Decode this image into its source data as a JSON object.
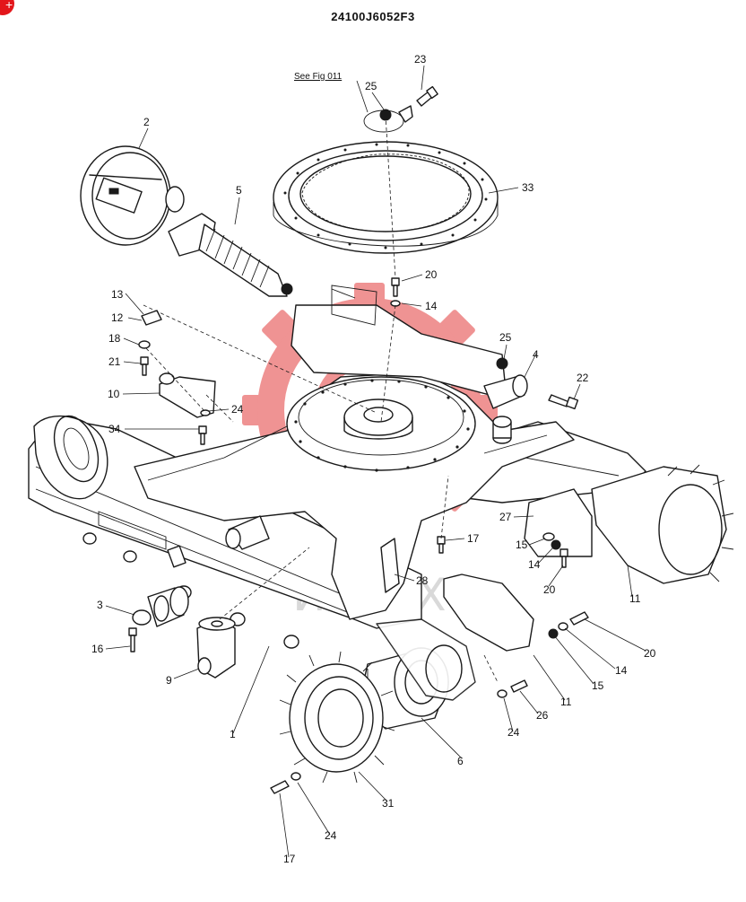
{
  "title": "24100J6052F3",
  "reference_note": "See Fig 011",
  "watermark_text": "ИНТЕХ",
  "colors": {
    "watermark_red": "#e23b3b",
    "ink": "#1a1a1a",
    "corner_badge": "#e3161b"
  },
  "corner_badge_glyph": "+",
  "callouts": [
    {
      "id": "c23",
      "label": "23"
    },
    {
      "id": "c25a",
      "label": "25"
    },
    {
      "id": "c2",
      "label": "2"
    },
    {
      "id": "c33",
      "label": "33"
    },
    {
      "id": "c5",
      "label": "5"
    },
    {
      "id": "c20a",
      "label": "20"
    },
    {
      "id": "c14a",
      "label": "14"
    },
    {
      "id": "c13",
      "label": "13"
    },
    {
      "id": "c12",
      "label": "12"
    },
    {
      "id": "c18",
      "label": "18"
    },
    {
      "id": "c21",
      "label": "21"
    },
    {
      "id": "c25b",
      "label": "25"
    },
    {
      "id": "c4",
      "label": "4"
    },
    {
      "id": "c22",
      "label": "22"
    },
    {
      "id": "c10",
      "label": "10"
    },
    {
      "id": "c24a",
      "label": "24"
    },
    {
      "id": "c34",
      "label": "34"
    },
    {
      "id": "c27",
      "label": "27"
    },
    {
      "id": "c15a",
      "label": "15"
    },
    {
      "id": "c14b",
      "label": "14"
    },
    {
      "id": "c17a",
      "label": "17"
    },
    {
      "id": "c20b",
      "label": "20"
    },
    {
      "id": "c28",
      "label": "28"
    },
    {
      "id": "c11a",
      "label": "11"
    },
    {
      "id": "c3",
      "label": "3"
    },
    {
      "id": "c16",
      "label": "16"
    },
    {
      "id": "c9",
      "label": "9"
    },
    {
      "id": "c20c",
      "label": "20"
    },
    {
      "id": "c14c",
      "label": "14"
    },
    {
      "id": "c15b",
      "label": "15"
    },
    {
      "id": "c11b",
      "label": "11"
    },
    {
      "id": "c26",
      "label": "26"
    },
    {
      "id": "c24b",
      "label": "24"
    },
    {
      "id": "c1",
      "label": "1"
    },
    {
      "id": "c6",
      "label": "6"
    },
    {
      "id": "c31",
      "label": "31"
    },
    {
      "id": "c24c",
      "label": "24"
    },
    {
      "id": "c17b",
      "label": "17"
    }
  ]
}
